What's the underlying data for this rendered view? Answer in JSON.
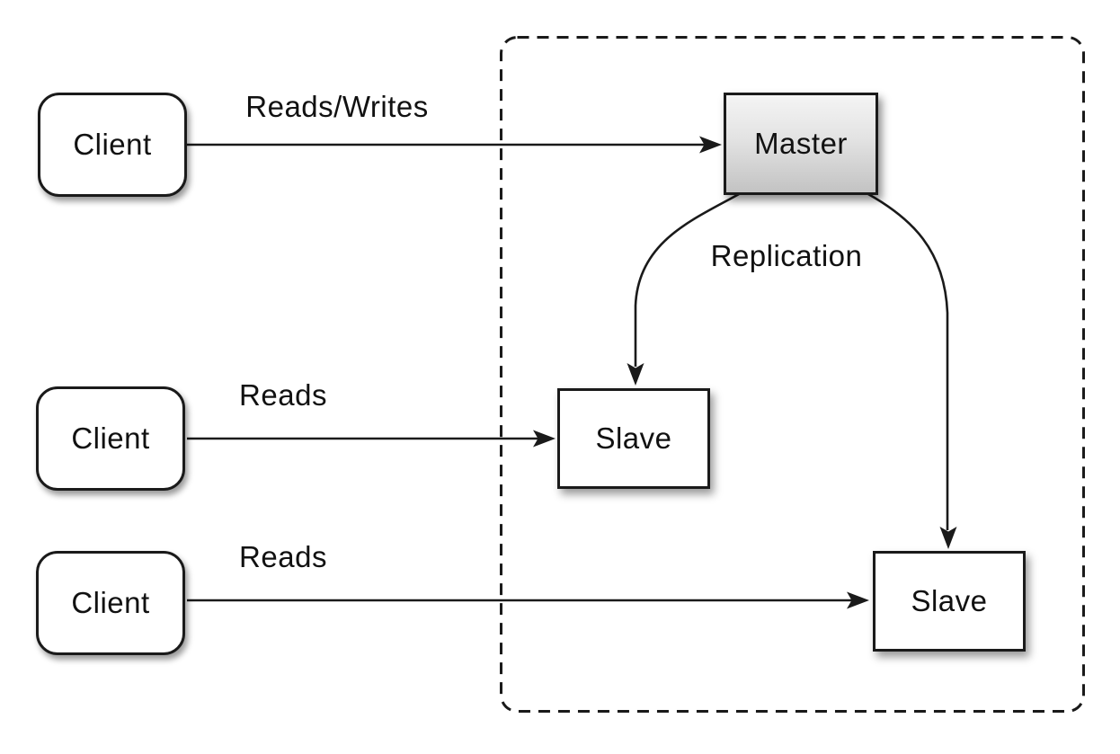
{
  "diagram": {
    "nodes": {
      "client1": {
        "label": "Client"
      },
      "client2": {
        "label": "Client"
      },
      "client3": {
        "label": "Client"
      },
      "master": {
        "label": "Master"
      },
      "slave1": {
        "label": "Slave"
      },
      "slave2": {
        "label": "Slave"
      }
    },
    "edges": {
      "reads_writes": {
        "label": "Reads/Writes",
        "from": "client1",
        "to": "master"
      },
      "reads_top": {
        "label": "Reads",
        "from": "client2",
        "to": "slave1"
      },
      "reads_bottom": {
        "label": "Reads",
        "from": "client3",
        "to": "slave2"
      },
      "replication": {
        "label": "Replication",
        "from": "master",
        "to": "slave1 & slave2"
      }
    },
    "colors": {
      "stroke": "#1a1a1a",
      "node_fill": "#ffffff",
      "master_gradient_top": "#f4f4f4",
      "master_gradient_bottom": "#c3c3c3",
      "background": "#ffffff"
    }
  }
}
